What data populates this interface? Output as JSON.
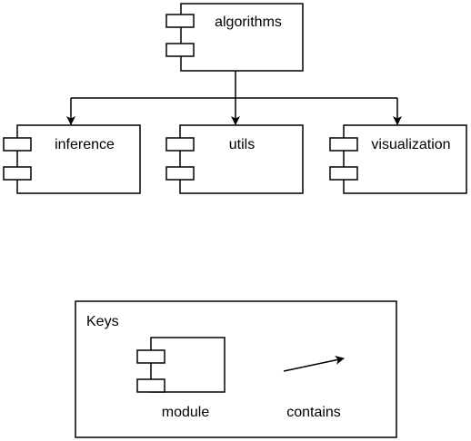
{
  "modules": {
    "root": "algorithms",
    "children": [
      "inference",
      "utils",
      "visualization"
    ]
  },
  "keys": {
    "title": "Keys",
    "module_label": "module",
    "contains_label": "contains"
  }
}
